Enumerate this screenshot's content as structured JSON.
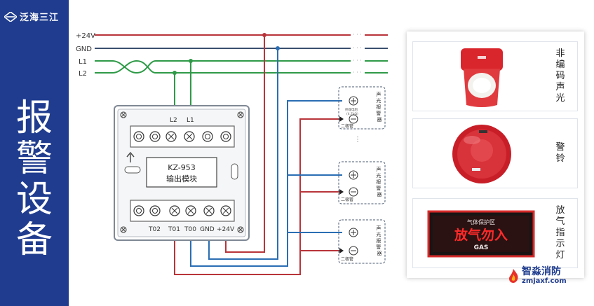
{
  "brand": {
    "name": "泛海三江"
  },
  "side_title": [
    "报",
    "警",
    "设",
    "备"
  ],
  "bus_lines": {
    "v24": "+24V",
    "gnd": "GND",
    "l1": "L1",
    "l2": "L2"
  },
  "module": {
    "model": "KZ-953",
    "name": "输出模块",
    "top_labels": {
      "l2": "L2",
      "l1": "L1"
    },
    "bottom_labels": {
      "t02": "T02",
      "t01": "T01",
      "t00": "T00",
      "gnd": "GND",
      "v24": "+24V"
    }
  },
  "alarm_unit": {
    "label": [
      "声",
      "光",
      "报",
      "警",
      "器"
    ],
    "diode": "二极管",
    "note1": "终端电阻",
    "note2": "(4.7kΩ)"
  },
  "devices": [
    {
      "name": [
        "非",
        "编",
        "码",
        "声",
        "光"
      ]
    },
    {
      "name": [
        "警",
        "铃"
      ]
    },
    {
      "name": [
        "放",
        "气",
        "指",
        "示",
        "灯"
      ],
      "sign_top": "气体保护区",
      "sign_main": "放气勿入",
      "sign_sub": "GAS"
    }
  ],
  "watermark": {
    "name": "智淼消防",
    "url": "zmjaxf.com"
  },
  "colors": {
    "sidebar": "#1f3c8e",
    "red_wire": "#b8343a",
    "blue_wire": "#2a6eb4",
    "green_wire": "#2e9a47",
    "dark_wire": "#3a4f6e"
  }
}
